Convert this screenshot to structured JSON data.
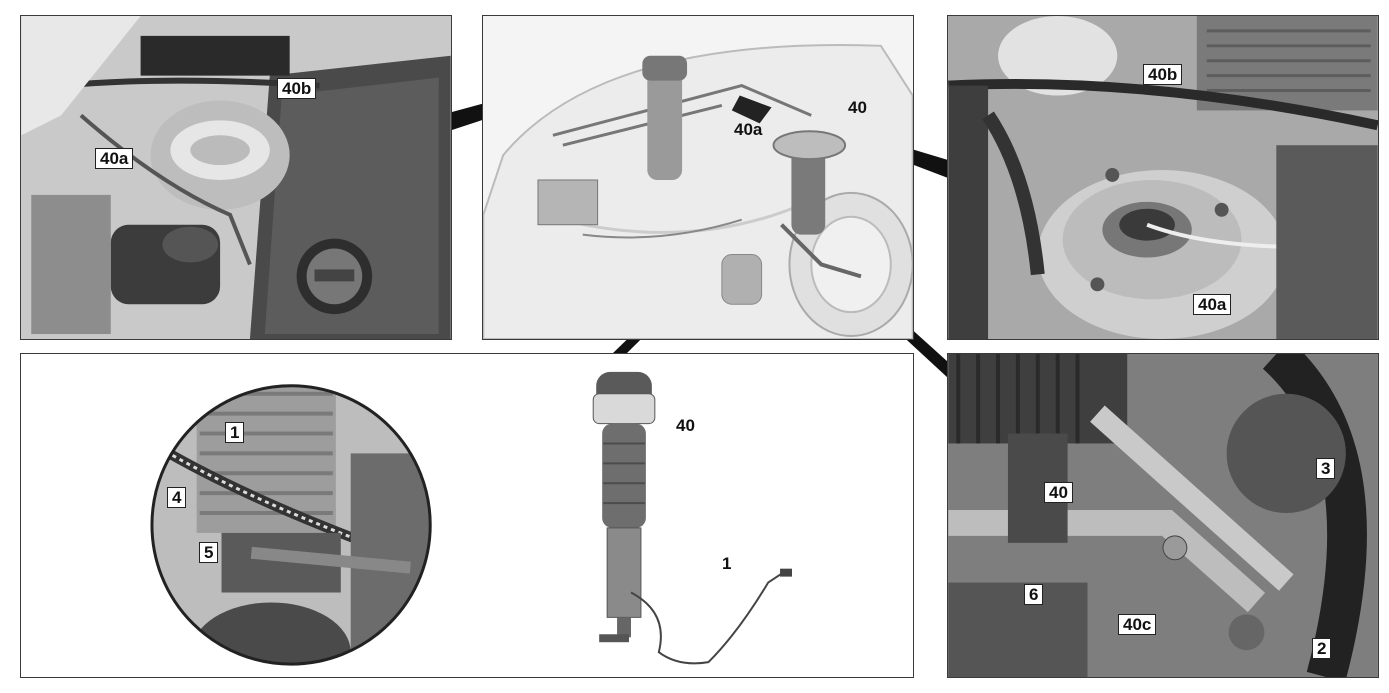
{
  "panels": {
    "top_left": {
      "labels": {
        "l40b": "40b",
        "l40a": "40a"
      }
    },
    "top_center": {
      "labels": {
        "l40a": "40a",
        "l40": "40"
      }
    },
    "top_right": {
      "labels": {
        "l40b": "40b",
        "l40a": "40a"
      }
    },
    "bottom_left": {
      "labels": {
        "l1": "1",
        "l4": "4",
        "l5": "5",
        "l40": "40",
        "l1b": "1"
      }
    },
    "bottom_right": {
      "labels": {
        "l3": "3",
        "l40": "40",
        "l6": "6",
        "l40c": "40c",
        "l2": "2"
      }
    }
  }
}
